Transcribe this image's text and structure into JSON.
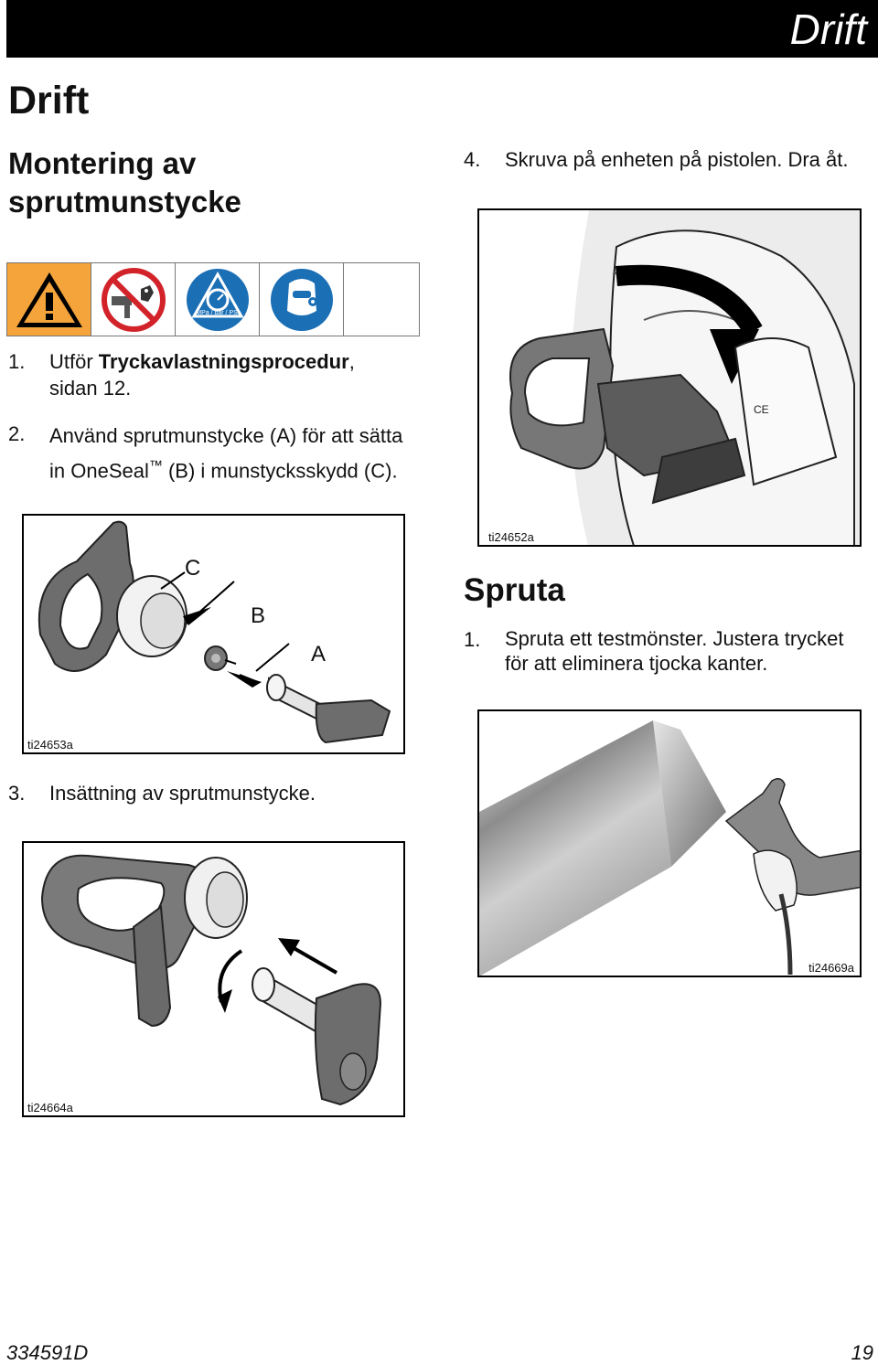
{
  "header": {
    "title": "Drift"
  },
  "page_title": "Drift",
  "section1": {
    "title": "Montering av sprutmunstycke"
  },
  "steps_left": [
    {
      "num": "1.",
      "text_pre": "Utför ",
      "text_bold": "Tryckavlastningsprocedur",
      "text_post": ",",
      "line2": "sidan 12."
    },
    {
      "num": "2.",
      "line1": "Använd sprutmunstycke (A) för att sätta",
      "line2_pre": "in OneSeal",
      "tm": "™",
      "line2_post": " (B) i munstycksskydd (C)."
    },
    {
      "num": "3.",
      "text": "Insättning av sprutmunstycke."
    }
  ],
  "warning_icons": {
    "pressure_label": "MPa / bar / PSI",
    "items": [
      "warning-triangle-icon",
      "no-hand-in-spray-icon",
      "pressure-gauge-icon",
      "wear-protection-icon"
    ]
  },
  "fig_labels": {
    "c": "C",
    "b": "B",
    "a": "A"
  },
  "figures": {
    "fig1": "ti24653a",
    "fig2": "ti24664a",
    "fig3": "ti24652a",
    "fig4": "ti24669a"
  },
  "step4": {
    "num": "4.",
    "text": "Skruva på enheten på pistolen. Dra åt."
  },
  "section2": {
    "title": "Spruta"
  },
  "spray_step": {
    "num": "1.",
    "line1": "Spruta ett testmönster. Justera trycket",
    "line2": "för att eliminera tjocka kanter."
  },
  "footer": {
    "doc_number": "334591D",
    "page_number": "19"
  },
  "colors": {
    "warning_orange": "#f4a43a",
    "mandatory_blue": "#1b6fb5",
    "prohibition_red": "#d2232a"
  }
}
